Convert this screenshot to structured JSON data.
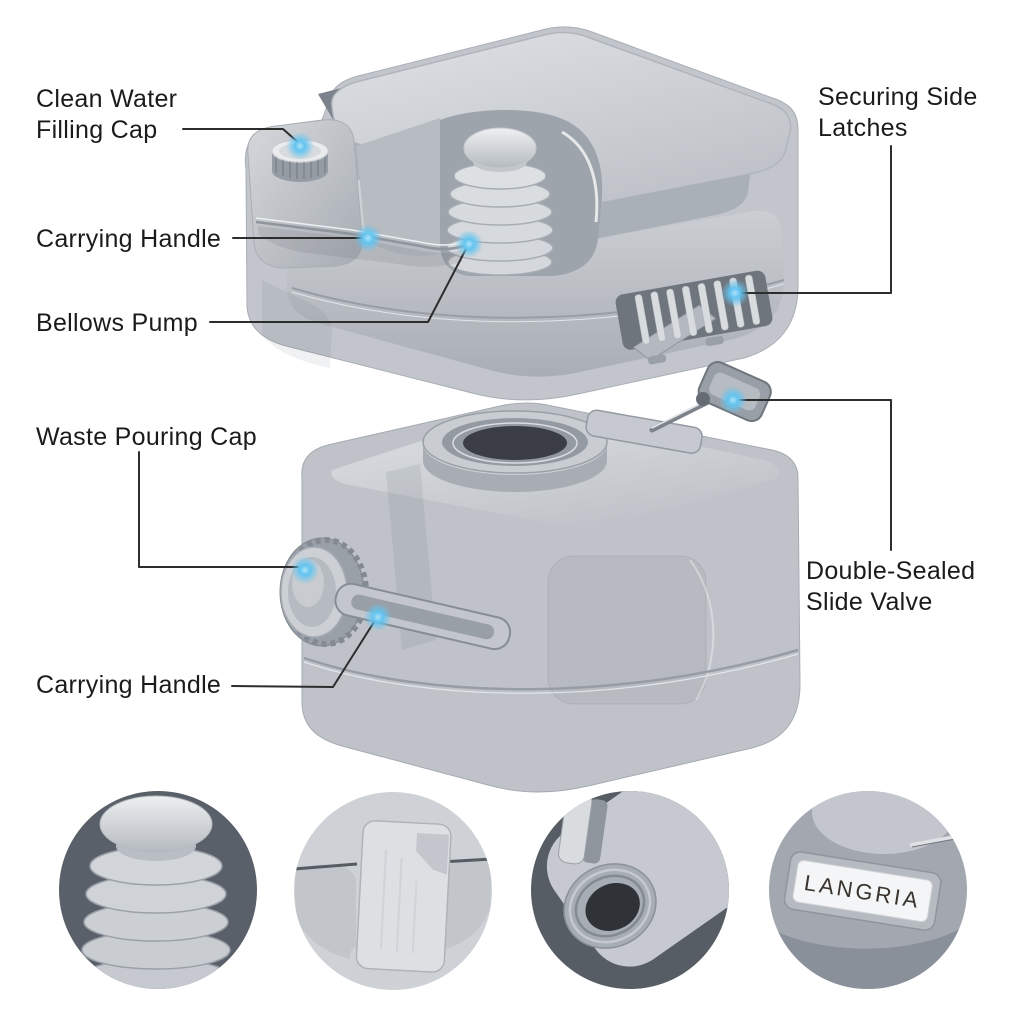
{
  "diagram": {
    "background": "#ffffff",
    "brand": "LANGRIA",
    "upper_unit": {
      "name": "toilet upper flush-tank unit",
      "callouts": [
        {
          "id": "clean-water-filling-cap",
          "text": "Clean Water\nFilling Cap"
        },
        {
          "id": "carrying-handle-top",
          "text": "Carrying Handle"
        },
        {
          "id": "bellows-pump",
          "text": "Bellows Pump"
        },
        {
          "id": "securing-side-latches",
          "text": "Securing Side\nLatches"
        }
      ]
    },
    "lower_unit": {
      "name": "waste-tank unit",
      "callouts": [
        {
          "id": "waste-pouring-cap",
          "text": "Waste Pouring Cap"
        },
        {
          "id": "double-sealed-slide-valve",
          "text": "Double-Sealed\nSlide Valve"
        },
        {
          "id": "carrying-handle-bottom",
          "text": "Carrying Handle"
        }
      ]
    },
    "detail_circles": [
      {
        "id": "bellows-pump-detail"
      },
      {
        "id": "side-latch-detail"
      },
      {
        "id": "pouring-spout-detail"
      },
      {
        "id": "brand-label-detail",
        "text": "LANGRIA"
      }
    ],
    "colors": {
      "marker_blue": "#5fc0ee",
      "callout_line": "#2d2d2d",
      "label_text": "#1b1b1b",
      "body_gray": "#c6cad0",
      "detail_bg_dark": "#5a6069"
    }
  }
}
